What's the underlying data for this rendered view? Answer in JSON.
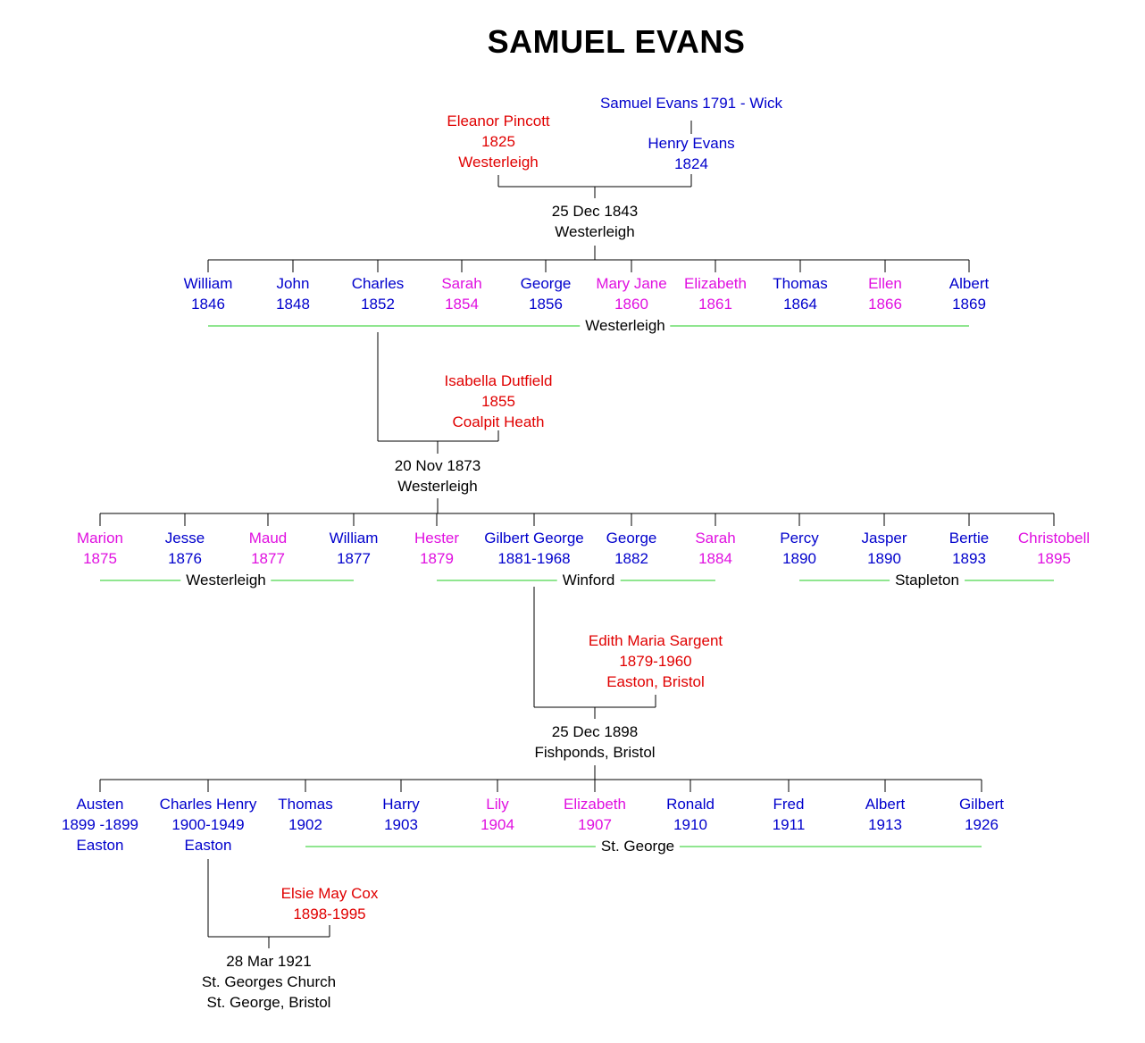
{
  "title": "SAMUEL EVANS",
  "colors": {
    "male": "#0000cc",
    "female": "#e010e0",
    "spouse": "#e00000",
    "event": "#000000",
    "place_line": "#22cc22",
    "connector": "#000000"
  },
  "gen0": {
    "ancestor": {
      "lines": [
        "Samuel Evans 1791 - Wick"
      ]
    },
    "husband": {
      "lines": [
        "Henry Evans",
        "1824"
      ]
    },
    "wife": {
      "lines": [
        "Eleanor Pincott",
        "1825",
        "Westerleigh"
      ]
    },
    "marriage": {
      "lines": [
        "25 Dec 1843",
        "Westerleigh"
      ]
    }
  },
  "gen1": {
    "children": [
      {
        "lines": [
          "William",
          "1846"
        ],
        "sex": "male"
      },
      {
        "lines": [
          "John",
          "1848"
        ],
        "sex": "male"
      },
      {
        "lines": [
          "Charles",
          "1852"
        ],
        "sex": "male"
      },
      {
        "lines": [
          "Sarah",
          "1854"
        ],
        "sex": "female"
      },
      {
        "lines": [
          "George",
          "1856"
        ],
        "sex": "male"
      },
      {
        "lines": [
          "Mary Jane",
          "1860"
        ],
        "sex": "female"
      },
      {
        "lines": [
          "Elizabeth",
          "1861"
        ],
        "sex": "female"
      },
      {
        "lines": [
          "Thomas",
          "1864"
        ],
        "sex": "male"
      },
      {
        "lines": [
          "Ellen",
          "1866"
        ],
        "sex": "female"
      },
      {
        "lines": [
          "Albert",
          "1869"
        ],
        "sex": "male"
      }
    ],
    "places": [
      "Westerleigh"
    ],
    "spouse": {
      "lines": [
        "Isabella Dutfield",
        "1855",
        "Coalpit Heath"
      ]
    },
    "marriage": {
      "lines": [
        "20 Nov 1873",
        "Westerleigh"
      ]
    }
  },
  "gen2": {
    "children": [
      {
        "lines": [
          "Marion",
          "1875"
        ],
        "sex": "female"
      },
      {
        "lines": [
          "Jesse",
          "1876"
        ],
        "sex": "male"
      },
      {
        "lines": [
          "Maud",
          "1877"
        ],
        "sex": "female"
      },
      {
        "lines": [
          "William",
          "1877"
        ],
        "sex": "male"
      },
      {
        "lines": [
          "Hester",
          "1879"
        ],
        "sex": "female"
      },
      {
        "lines": [
          "Gilbert George",
          "1881-1968"
        ],
        "sex": "male"
      },
      {
        "lines": [
          "George",
          "1882"
        ],
        "sex": "male"
      },
      {
        "lines": [
          "Sarah",
          "1884"
        ],
        "sex": "female"
      },
      {
        "lines": [
          "Percy",
          "1890"
        ],
        "sex": "male"
      },
      {
        "lines": [
          "Jasper",
          "1890"
        ],
        "sex": "male"
      },
      {
        "lines": [
          "Bertie",
          "1893"
        ],
        "sex": "male"
      },
      {
        "lines": [
          "Christobell",
          "1895"
        ],
        "sex": "female"
      }
    ],
    "places": [
      "Westerleigh",
      "Winford",
      "Stapleton"
    ],
    "spouse": {
      "lines": [
        "Edith Maria Sargent",
        "1879-1960",
        "Easton, Bristol"
      ]
    },
    "marriage": {
      "lines": [
        "25 Dec 1898",
        "Fishponds, Bristol"
      ]
    }
  },
  "gen3": {
    "children": [
      {
        "lines": [
          "Austen",
          "1899 -1899",
          "Easton"
        ],
        "sex": "male"
      },
      {
        "lines": [
          "Charles Henry",
          "1900-1949",
          "Easton"
        ],
        "sex": "male"
      },
      {
        "lines": [
          "Thomas",
          "1902"
        ],
        "sex": "male"
      },
      {
        "lines": [
          "Harry",
          "1903"
        ],
        "sex": "male"
      },
      {
        "lines": [
          "Lily",
          "1904"
        ],
        "sex": "female"
      },
      {
        "lines": [
          "Elizabeth",
          "1907"
        ],
        "sex": "female"
      },
      {
        "lines": [
          "Ronald",
          "1910"
        ],
        "sex": "male"
      },
      {
        "lines": [
          "Fred",
          "1911"
        ],
        "sex": "male"
      },
      {
        "lines": [
          "Albert",
          "1913"
        ],
        "sex": "male"
      },
      {
        "lines": [
          "Gilbert",
          "1926"
        ],
        "sex": "male"
      }
    ],
    "places": [
      "St. George"
    ],
    "spouse": {
      "lines": [
        "Elsie May Cox",
        "1898-1995"
      ]
    },
    "marriage": {
      "lines": [
        "28 Mar 1921",
        "St. Georges Church",
        "St. George, Bristol"
      ]
    }
  }
}
